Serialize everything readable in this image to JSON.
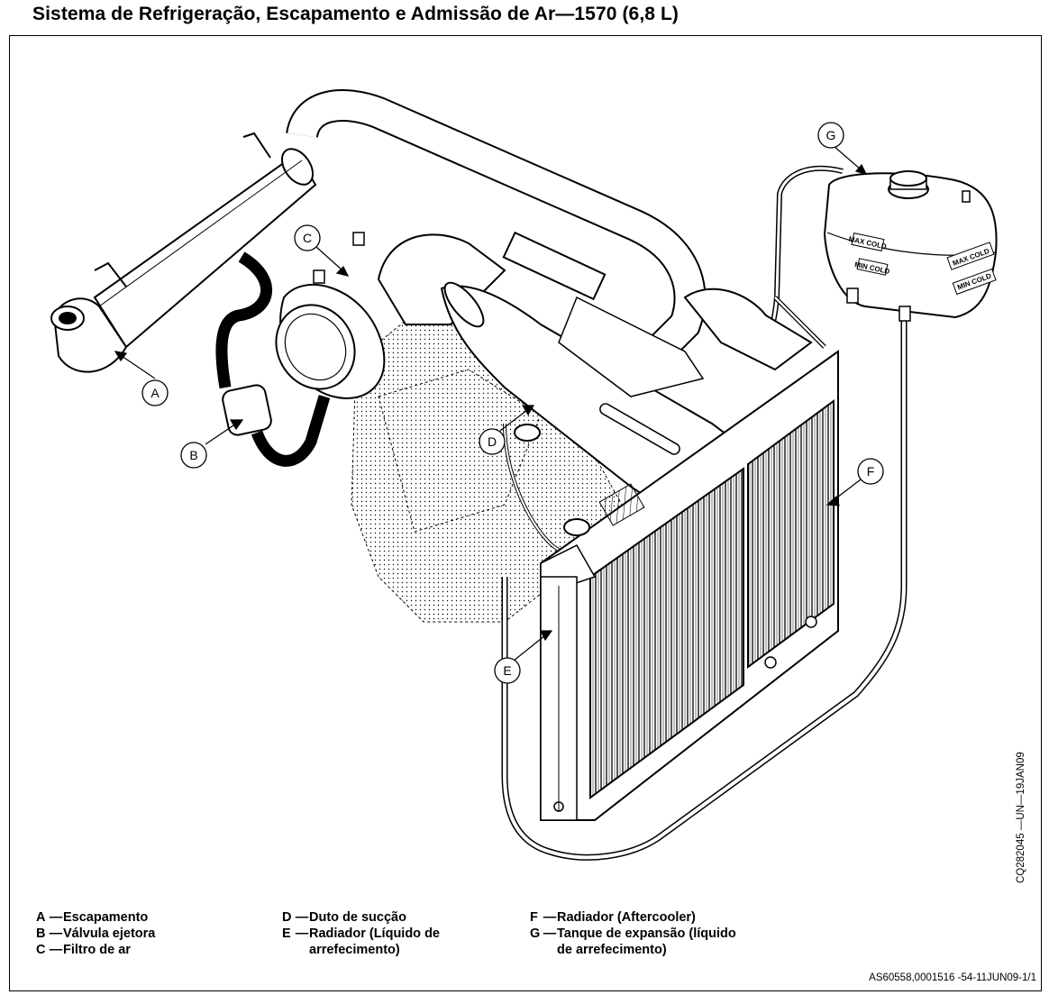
{
  "title": "Sistema de Refrigeração, Escapamento e Admissão de Ar—1570 (6,8 L)",
  "callouts": [
    "A",
    "B",
    "C",
    "D",
    "E",
    "F",
    "G"
  ],
  "tank_labels": {
    "max_cold_1": "MAX COLD",
    "min_cold_1": "MIN COLD",
    "max_cold_2": "MAX COLD",
    "min_cold_2": "MIN COLD"
  },
  "legend": {
    "col1": [
      {
        "letter": "A",
        "text": "Escapamento"
      },
      {
        "letter": "B",
        "text": "Válvula ejetora"
      },
      {
        "letter": "C",
        "text": "Filtro de ar"
      }
    ],
    "col2": [
      {
        "letter": "D",
        "text": "Duto de sucção"
      },
      {
        "letter": "E",
        "text": "Radiador (Líquido de",
        "cont": "arrefecimento)"
      }
    ],
    "col3": [
      {
        "letter": "F",
        "text": "Radiador (Aftercooler)"
      },
      {
        "letter": "G",
        "text": "Tanque de expansão (líquido",
        "cont": "de arrefecimento)"
      }
    ]
  },
  "figure_code": "CQ282045 —UN—19JAN09",
  "doc_ref": "AS60558,0001516 -54-11JUN09-1/1"
}
